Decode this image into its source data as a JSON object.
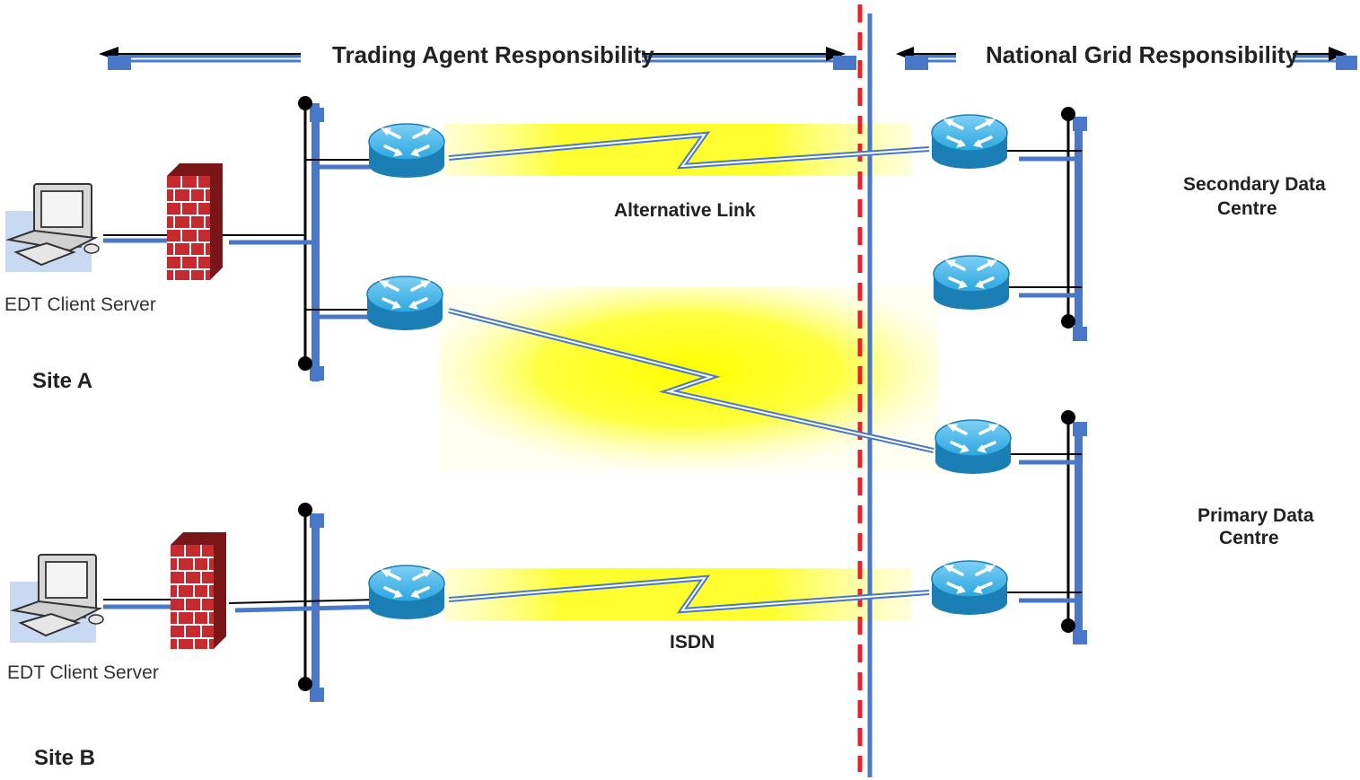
{
  "header": {
    "trading_agent": "Trading Agent Responsibility",
    "national_grid": "National Grid Responsibility"
  },
  "links": {
    "alternative": "Alternative Link",
    "isdn": "ISDN"
  },
  "sites": {
    "site_a": {
      "label": "Site A",
      "server": "EDT Client Server"
    },
    "site_b": {
      "label": "Site B",
      "server": "EDT Client Server"
    }
  },
  "datacentres": {
    "secondary": {
      "line1": "Secondary Data",
      "line2": "Centre"
    },
    "primary": {
      "line1": "Primary Data",
      "line2": "Centre"
    }
  },
  "colors": {
    "link_blue": "#4a78c8",
    "boundary_red": "#e8202a",
    "router_blue": "#1f8ec8",
    "highlight_yellow": "#ffff00",
    "firewall_red": "#b8262a"
  }
}
